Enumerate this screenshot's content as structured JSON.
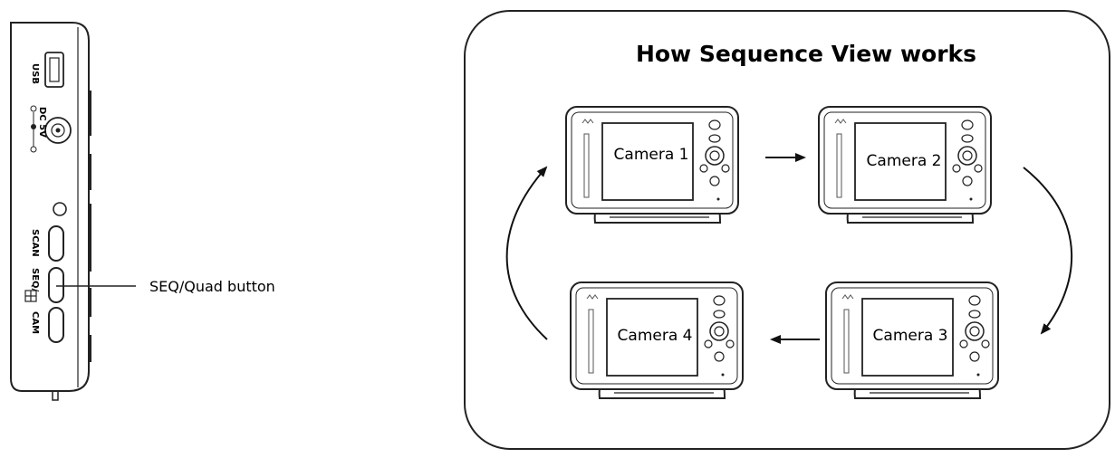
{
  "side_panel": {
    "usb_label": "USB",
    "dc_label": "DC 5V",
    "scan_label": "SCAN",
    "seq_label": "SEQ/",
    "cam_label": "CAM",
    "callout_label": "SEQ/Quad button"
  },
  "sequence_panel": {
    "title": "How Sequence View works",
    "cameras": [
      {
        "label": "Camera 1"
      },
      {
        "label": "Camera 2"
      },
      {
        "label": "Camera 3"
      },
      {
        "label": "Camera 4"
      }
    ]
  }
}
